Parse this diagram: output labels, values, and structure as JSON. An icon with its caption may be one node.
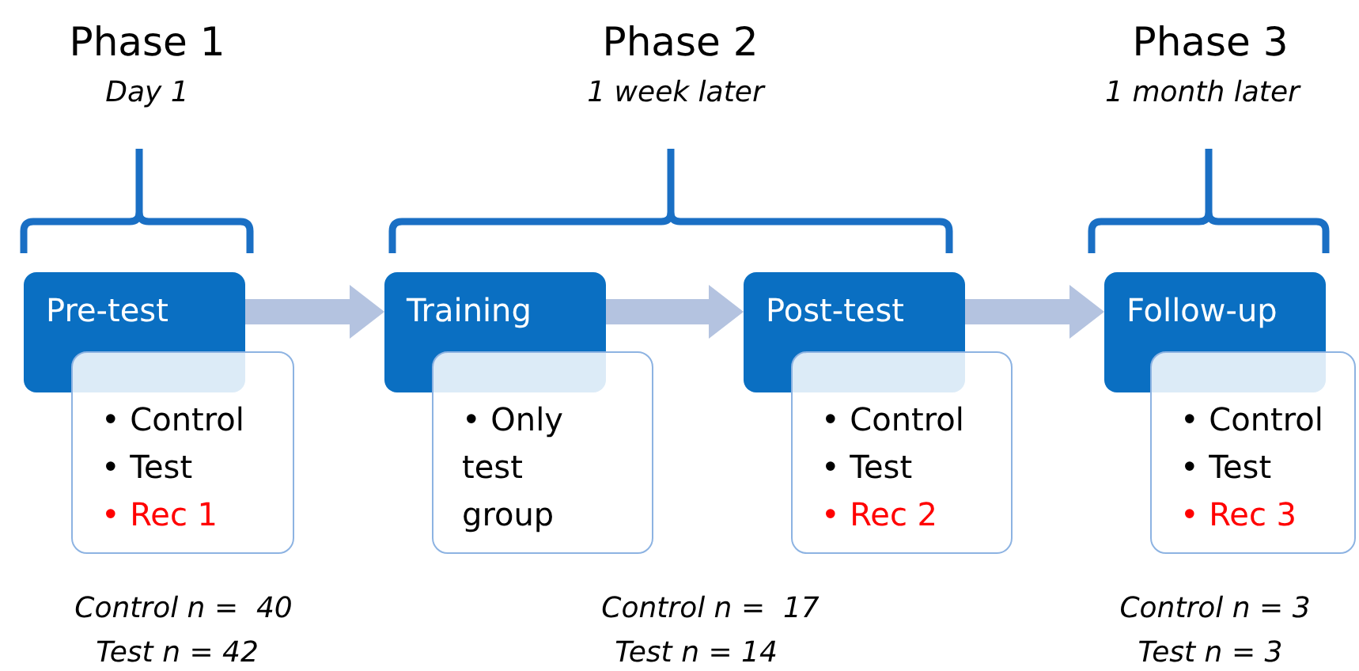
{
  "diagram": {
    "nodes": [
      {
        "text": [
          "Pre-test"
        ]
      },
      {
        "text": [
          "• Control",
          "• Test",
          "• Rec 1"
        ]
      },
      {
        "text": [
          "Training"
        ]
      },
      {
        "text": [
          "• Only test group"
        ]
      },
      {
        "text": [
          "Post-test"
        ]
      },
      {
        "text": [
          "• Control",
          "• Test",
          "• Rec 2"
        ]
      },
      {
        "text": [
          "Follow-up"
        ]
      },
      {
        "text": [
          "• Control",
          "• Test",
          "• Rec 3"
        ]
      }
    ],
    "edges": [
      {
        "from": 0,
        "to": 2,
        "arrow": "to"
      },
      {
        "from": 2,
        "to": 4,
        "arrow": "to"
      },
      {
        "from": 4,
        "to": 6,
        "arrow": "to"
      }
    ],
    "labels": [
      "Phase 1",
      "Phase 2",
      "Phase 3",
      "Day 1",
      "1 week later",
      "1 month later",
      "Control n =  40",
      "Control n =  17",
      "Control n = 3",
      "Test n = 42",
      "Test n = 14",
      "Test n = 3"
    ]
  }
}
